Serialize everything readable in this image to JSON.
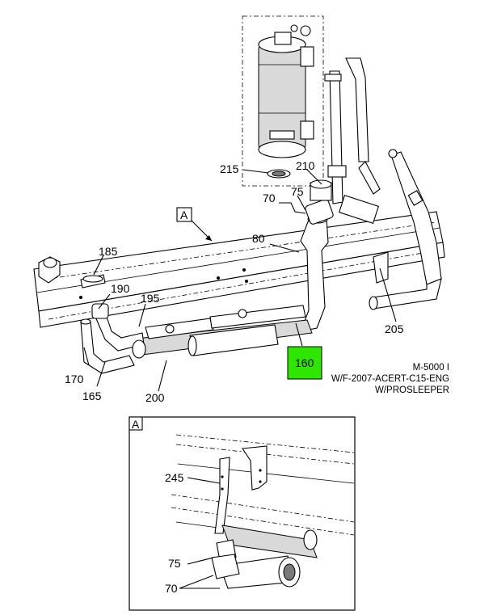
{
  "callouts": {
    "c160": "160",
    "c165": "165",
    "c170": "170",
    "c185": "185",
    "c190": "190",
    "c195": "195",
    "c200": "200",
    "c205": "205",
    "c210": "210",
    "c215": "215",
    "c70": "70",
    "c75": "75",
    "c80": "80",
    "view_a_marker": "A"
  },
  "detail_view": {
    "label": "A",
    "c245": "245",
    "c75": "75",
    "c70": "70"
  },
  "model_note": {
    "line1": "M-5000 I",
    "line2": "W/F-2007-ACERT-C15-ENG",
    "line3": "W/PROSLEEPER"
  },
  "colors": {
    "highlight": "#2ee600",
    "line": "#000000",
    "shade": "#d9d9d9"
  }
}
